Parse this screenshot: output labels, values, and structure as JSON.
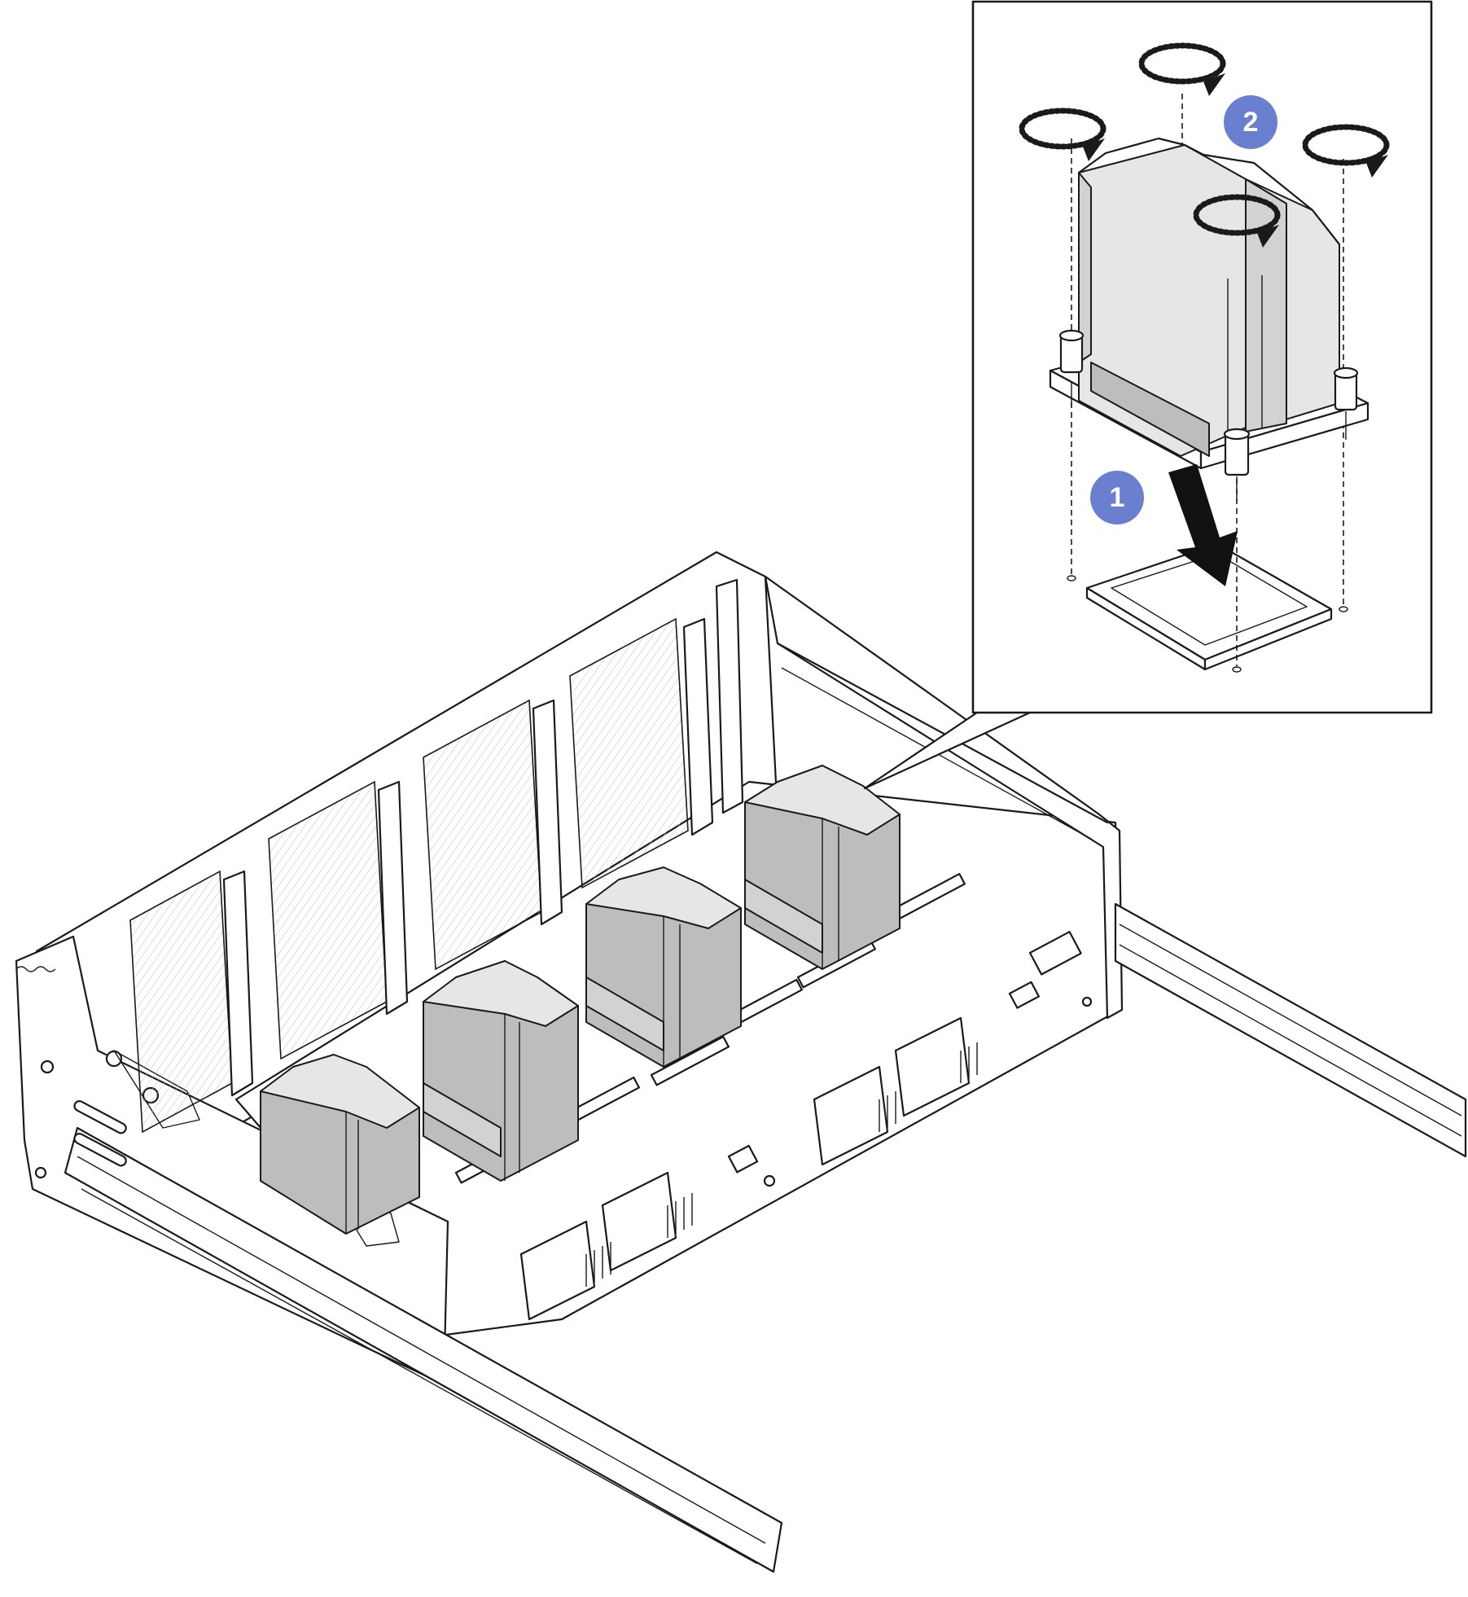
{
  "callouts": [
    {
      "id": "step-1",
      "label": "1",
      "color": "#6b7fd0"
    },
    {
      "id": "step-2",
      "label": "2",
      "color": "#6b7fd0"
    }
  ]
}
